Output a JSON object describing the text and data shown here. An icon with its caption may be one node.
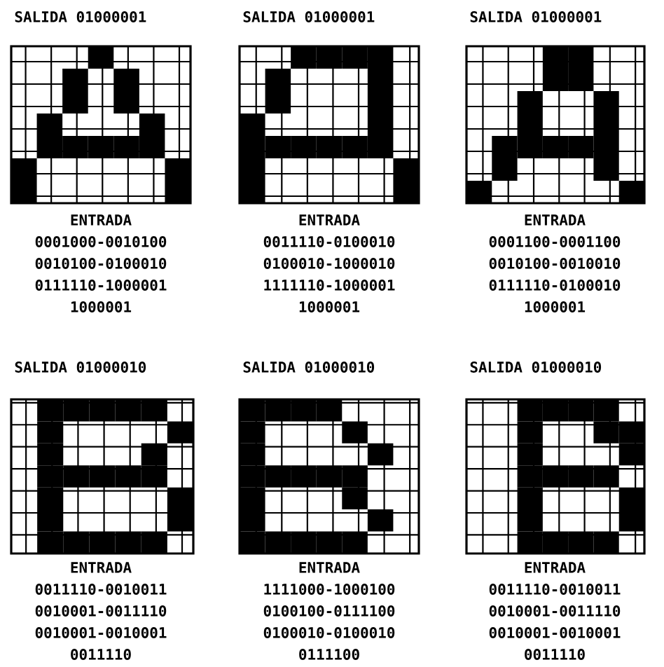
{
  "diagram": {
    "labels": [
      "SALIDA 01000001",
      "ENTRADA",
      "0001000-0010100",
      "0010100-0100010",
      "0111110-1000001",
      "1000001",
      "SALIDA 01000001",
      "ENTRADA",
      "0011110-0100010",
      "0100010-1000010",
      "1111110-1000001",
      "1000001",
      "SALIDA 01000001",
      "ENTRADA",
      "0001100-0001100",
      "0010100-0010010",
      "0111110-0100010",
      "1000001",
      "SALIDA 01000010",
      "ENTRADA",
      "0011110-0010011",
      "0010001-0011110",
      "0010001-0010001",
      "0011110",
      "SALIDA 01000010",
      "ENTRADA",
      "1111000-1000100",
      "0100100-0111100",
      "0100010-0100010",
      "0111100",
      "SALIDA 01000010",
      "ENTRADA",
      "0011110-0010011",
      "0010001-0011110",
      "0010001-0010001",
      "0011110"
    ]
  }
}
